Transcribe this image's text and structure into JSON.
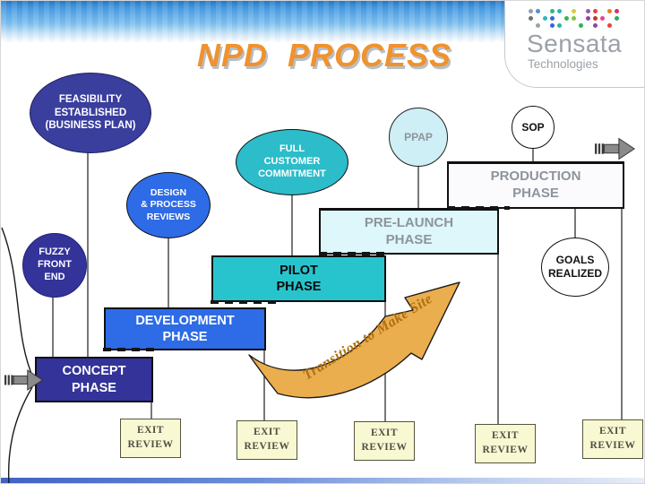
{
  "title": "NPD  PROCESS",
  "logo": {
    "brand": "Sensata",
    "subbrand": "Technologies",
    "dot_rows": [
      [
        "#9AA0A6",
        "#4A90D9",
        null,
        "#35B57A",
        "#2BB5C0",
        null,
        "#C9D23E",
        null,
        "#9B59B6",
        "#E8413C",
        null,
        "#E67E22",
        "#D6336C"
      ],
      [
        "#6B7075",
        null,
        "#2BB5C0",
        "#3567D6",
        null,
        "#35B54A",
        "#88C23E",
        null,
        "#8E44AD",
        "#C0392B",
        "#E84393",
        null,
        "#27AE60"
      ],
      [
        null,
        "#9AA0A6",
        null,
        "#3567D6",
        "#2BB5A0",
        null,
        null,
        "#35B54A",
        null,
        "#8E44AD",
        null,
        "#E8413C",
        null
      ]
    ]
  },
  "milestones": {
    "feasibility": {
      "label": "FEASIBILITY\nESTABLISHED\n(BUSINESS PLAN)"
    },
    "design_reviews": {
      "label": "DESIGN\n& PROCESS\nREVIEWS"
    },
    "full_customer_commitment": {
      "label": "FULL\nCUSTOMER\nCOMMITMENT"
    },
    "ppap": {
      "label": "PPAP"
    },
    "sop": {
      "label": "SOP"
    },
    "fuzzy_front_end": {
      "label": "FUZZY\nFRONT\nEND"
    },
    "goals_realized": {
      "label": "GOALS\nREALIZED"
    }
  },
  "phases": {
    "concept": {
      "label": "CONCEPT\nPHASE"
    },
    "development": {
      "label": "DEVELOPMENT\nPHASE"
    },
    "pilot": {
      "label": "PILOT\nPHASE"
    },
    "pre_launch": {
      "label": "PRE-LAUNCH\nPHASE"
    },
    "production": {
      "label": "PRODUCTION\nPHASE"
    }
  },
  "exit_review": {
    "label": "EXIT\nREVIEW"
  },
  "transition": {
    "label": "Transition to Make Site"
  },
  "colors": {
    "title_orange": "#F0922D",
    "dark_blue": "#333399",
    "bright_blue": "#2E6BE6",
    "teal": "#28C4CE",
    "pale_cyan": "#DDF7FA",
    "pale_cyan_circle": "#CDEFF5",
    "pale_yellow": "#F8F8D2",
    "arrow_tan": "#EBAE4E",
    "gray_text": "#8E949C"
  }
}
